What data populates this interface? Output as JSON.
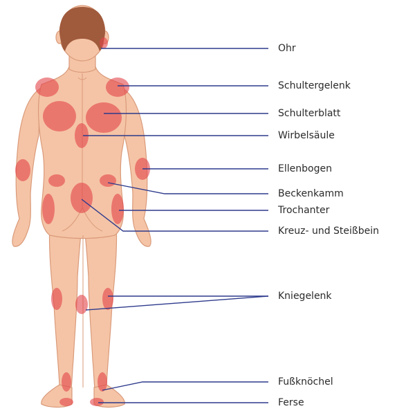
{
  "labels": {
    "ohr": "Ohr",
    "schultergelenk": "Schultergelenk",
    "schulterblatt": "Schulterblatt",
    "wirbelsaeule": "Wirbelsäule",
    "ellenbogen": "Ellenbogen",
    "beckenkamm": "Beckenkamm",
    "trochanter": "Trochanter",
    "kreuz_steissbein": "Kreuz- und Steißbein",
    "kniegelenk": "Kniegelenk",
    "fussknoechel": "Fußknöchel",
    "ferse": "Ferse"
  },
  "colors": {
    "skin": "#f5c4a6",
    "skin_outline": "#d99a7a",
    "hair": "#a05a3c",
    "pressure_spot": "#e2454a",
    "leader_line": "#2d3a8c"
  }
}
